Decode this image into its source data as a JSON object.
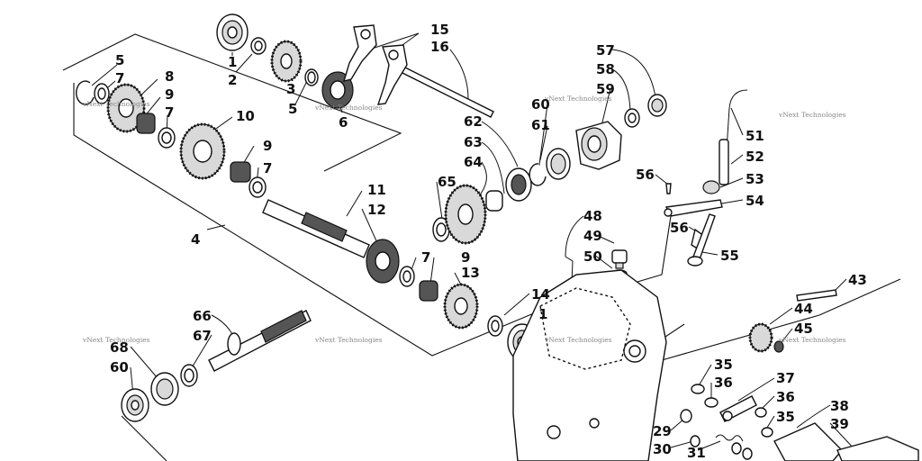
{
  "callouts": [
    {
      "id": "c1a",
      "label": "1"
    },
    {
      "id": "c2",
      "label": "2"
    },
    {
      "id": "c3",
      "label": "3"
    },
    {
      "id": "c5a",
      "label": "5"
    },
    {
      "id": "c6",
      "label": "6"
    },
    {
      "id": "c15",
      "label": "15"
    },
    {
      "id": "c16",
      "label": "16"
    },
    {
      "id": "c5b",
      "label": "5"
    },
    {
      "id": "c7a",
      "label": "7"
    },
    {
      "id": "c8",
      "label": "8"
    },
    {
      "id": "c9a",
      "label": "9"
    },
    {
      "id": "c7b",
      "label": "7"
    },
    {
      "id": "c10",
      "label": "10"
    },
    {
      "id": "c9b",
      "label": "9"
    },
    {
      "id": "c7c",
      "label": "7"
    },
    {
      "id": "c11",
      "label": "11"
    },
    {
      "id": "c12",
      "label": "12"
    },
    {
      "id": "c4",
      "label": "4"
    },
    {
      "id": "c7d",
      "label": "7"
    },
    {
      "id": "c9c",
      "label": "9"
    },
    {
      "id": "c13",
      "label": "13"
    },
    {
      "id": "c14",
      "label": "14"
    },
    {
      "id": "c1b",
      "label": "1"
    },
    {
      "id": "c62",
      "label": "62"
    },
    {
      "id": "c63",
      "label": "63"
    },
    {
      "id": "c64",
      "label": "64"
    },
    {
      "id": "c65",
      "label": "65"
    },
    {
      "id": "c60a",
      "label": "60"
    },
    {
      "id": "c61",
      "label": "61"
    },
    {
      "id": "c57",
      "label": "57"
    },
    {
      "id": "c58",
      "label": "58"
    },
    {
      "id": "c59",
      "label": "59"
    },
    {
      "id": "c51",
      "label": "51"
    },
    {
      "id": "c52",
      "label": "52"
    },
    {
      "id": "c53",
      "label": "53"
    },
    {
      "id": "c54",
      "label": "54"
    },
    {
      "id": "c56a",
      "label": "56"
    },
    {
      "id": "c56b",
      "label": "56"
    },
    {
      "id": "c55",
      "label": "55"
    },
    {
      "id": "c48",
      "label": "48"
    },
    {
      "id": "c49",
      "label": "49"
    },
    {
      "id": "c50",
      "label": "50"
    },
    {
      "id": "c43",
      "label": "43"
    },
    {
      "id": "c44",
      "label": "44"
    },
    {
      "id": "c45",
      "label": "45"
    },
    {
      "id": "c66",
      "label": "66"
    },
    {
      "id": "c67",
      "label": "67"
    },
    {
      "id": "c68",
      "label": "68"
    },
    {
      "id": "c60b",
      "label": "60"
    },
    {
      "id": "c35a",
      "label": "35"
    },
    {
      "id": "c36a",
      "label": "36"
    },
    {
      "id": "c37",
      "label": "37"
    },
    {
      "id": "c36b",
      "label": "36"
    },
    {
      "id": "c35b",
      "label": "35"
    },
    {
      "id": "c38",
      "label": "38"
    },
    {
      "id": "c39",
      "label": "39"
    },
    {
      "id": "c29",
      "label": "29"
    },
    {
      "id": "c30",
      "label": "30"
    },
    {
      "id": "c31",
      "label": "31"
    }
  ],
  "watermark": "vNext Technologies"
}
